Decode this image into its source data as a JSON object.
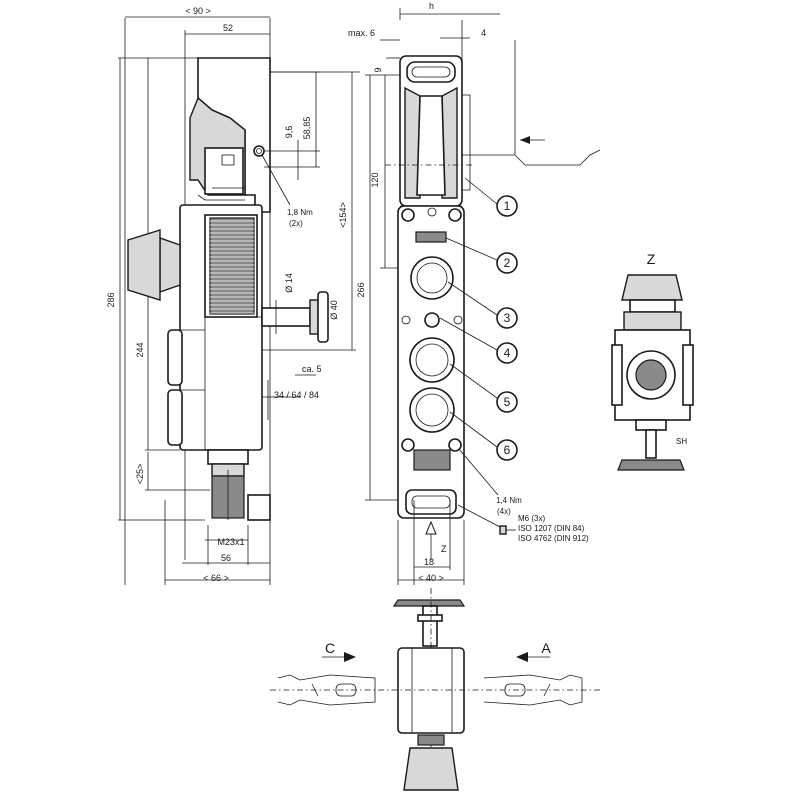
{
  "dimensions": {
    "width_90": "< 90 >",
    "width_52": "52",
    "height_286": "286",
    "height_244": "244",
    "height_25": "<25>",
    "dim_9_6": "9,6",
    "dim_58_85": "58,85",
    "torque_top": "1,8 Nm",
    "torque_top_qty": "(2x)",
    "height_154": "<154>",
    "dia_14": "Ø 14",
    "dia_40": "Ø 40",
    "ca_5": "ca. 5",
    "dim_34_64_84": "34 / 64 / 84",
    "thread_m23": "M23x1",
    "width_56": "56",
    "width_66": "< 66 >",
    "max_6": "max. 6",
    "h_label": "h",
    "dim_4": "4",
    "dim_9": "9",
    "dim_120": "120",
    "dim_266": "266",
    "torque_bottom": "1,4 Nm",
    "torque_bottom_qty": "(4x)",
    "screw_m6": "M6  (3x)",
    "screw_iso1207": "ISO 1207 (DIN 84)",
    "screw_iso4762": "ISO 4762 (DIN 912)",
    "dim_18": "18",
    "width_40": "< 40 >",
    "view_z_arrow": "Z"
  },
  "callouts": [
    "1",
    "2",
    "3",
    "4",
    "5",
    "6"
  ],
  "view_z": {
    "title": "Z",
    "sh_label": "SH"
  },
  "top_view": {
    "label_c": "C",
    "label_a": "A"
  }
}
